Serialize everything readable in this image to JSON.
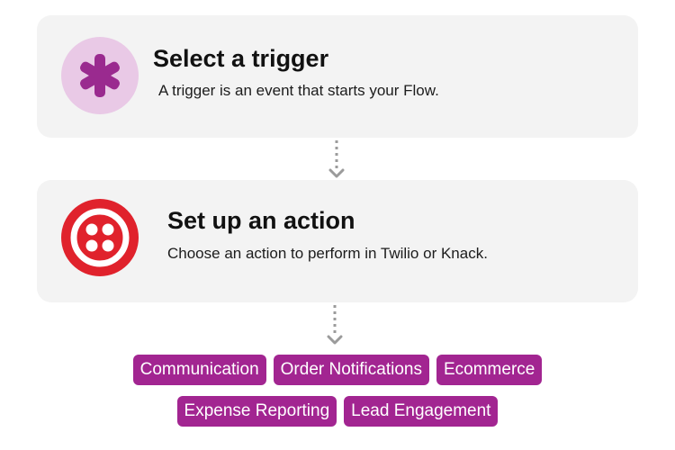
{
  "colors": {
    "card_background": "#f3f3f3",
    "trigger_badge": "#e9c9e6",
    "trigger_icon": "#9a2a8f",
    "action_badge": "#e0222c",
    "tag_background": "#a22591",
    "tag_text": "#ffffff",
    "connector": "#9b9b9b"
  },
  "trigger": {
    "icon": "asterisk-icon",
    "title": "Select a trigger",
    "description": "A trigger is an event that starts your Flow."
  },
  "action": {
    "icon": "twilio-logo-icon",
    "title": "Set up an action",
    "description": "Choose an action to perform in Twilio or Knack."
  },
  "categories": [
    "Communication",
    "Order Notifications",
    "Ecommerce",
    "Expense Reporting",
    "Lead Engagement"
  ]
}
